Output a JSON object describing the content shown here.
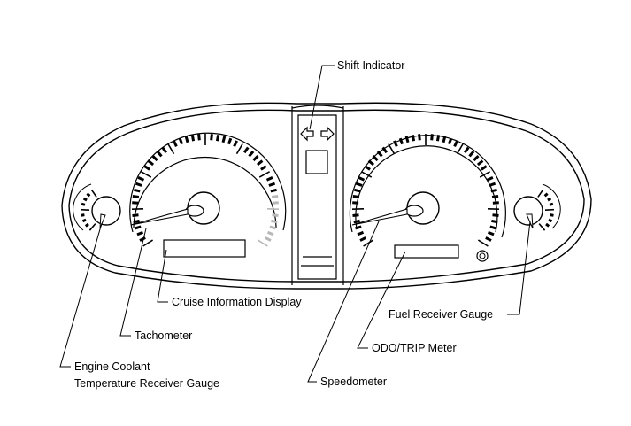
{
  "labels": {
    "shift_indicator": "Shift Indicator",
    "cruise_information_display": "Cruise Information Display",
    "tachometer": "Tachometer",
    "engine_coolant_line1": "Engine Coolant",
    "engine_coolant_line2": "Temperature Receiver Gauge",
    "fuel_receiver_gauge": "Fuel Receiver Gauge",
    "odo_trip_meter": "ODO/TRIP Meter",
    "speedometer": "Speedometer"
  },
  "icons": {
    "shift_left_arrow": "left-arrow-outline",
    "shift_right_arrow": "right-arrow-outline"
  },
  "colors": {
    "line": "#000000",
    "red_zone": "#b8b8b8"
  }
}
